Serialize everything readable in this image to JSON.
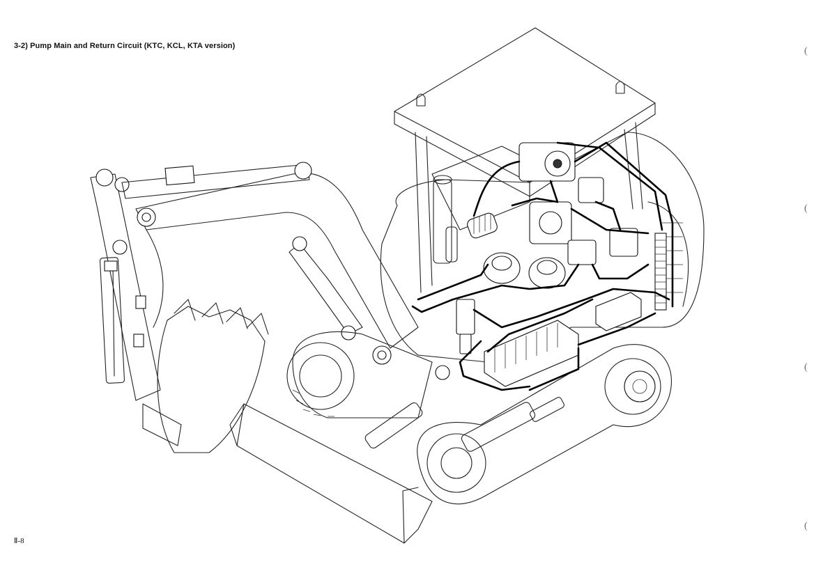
{
  "page": {
    "title": "3-2) Pump Main and Return Circuit (KTC, KCL, KTA version)",
    "page_number": "Ⅱ-8",
    "margin_marks": [
      "(",
      "(",
      "(",
      "("
    ]
  },
  "illustration": {
    "subject": "excavator-hydraulic-circuit-illustration"
  }
}
